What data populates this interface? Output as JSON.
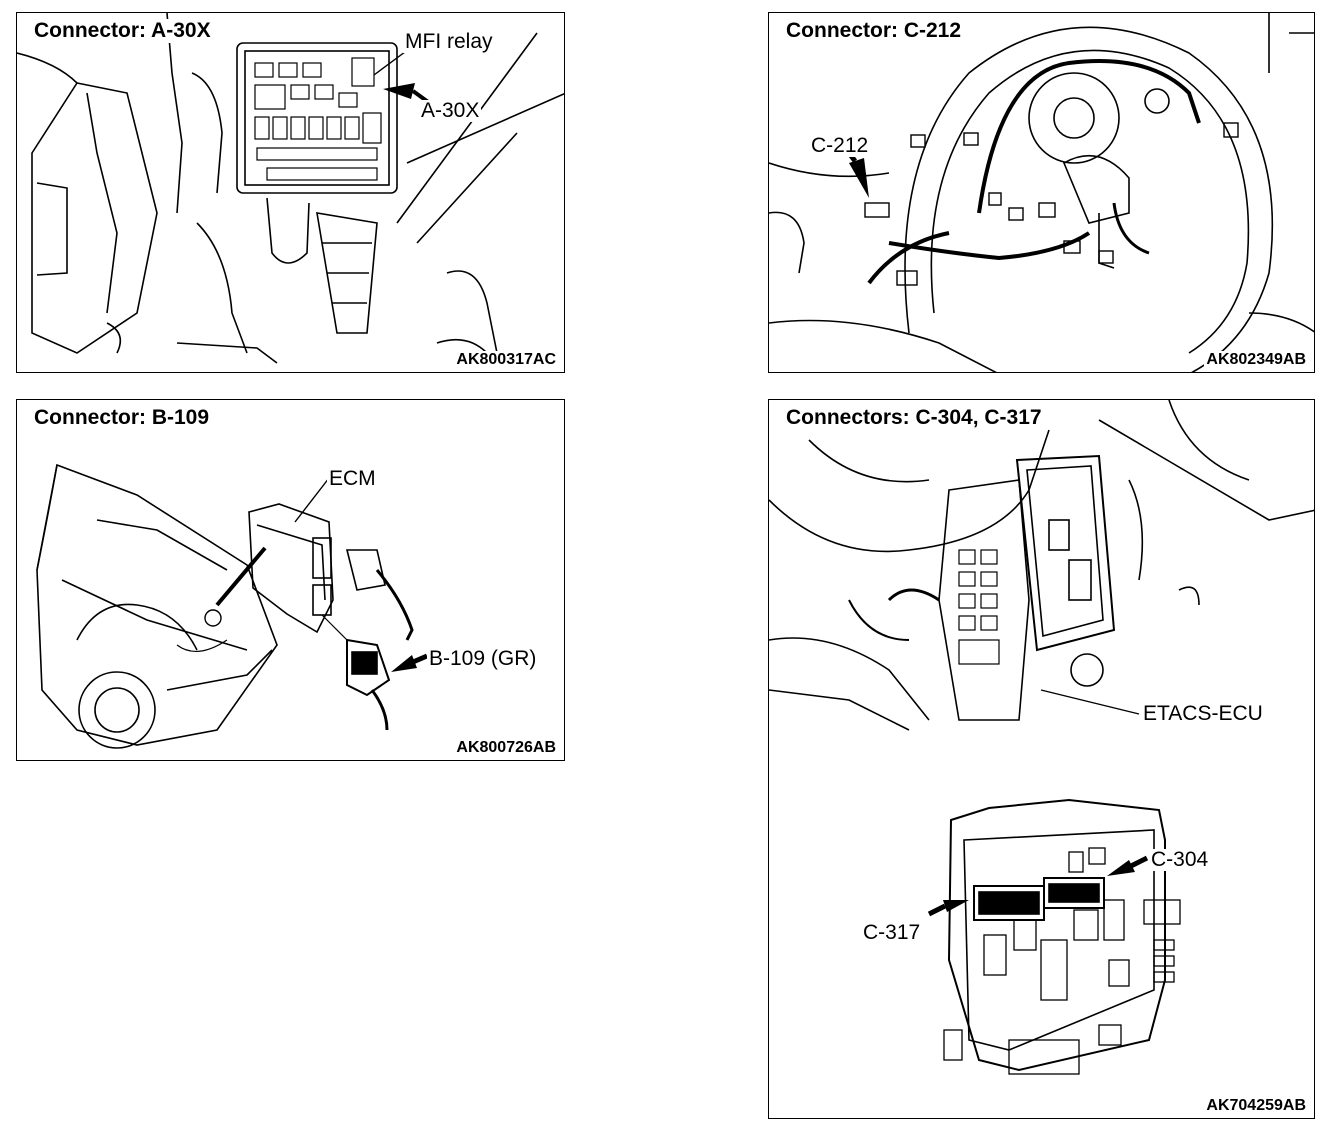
{
  "panels": [
    {
      "title": "Connector: A-30X",
      "code": "AK800317AC",
      "labels": {
        "mfi_relay": "MFI relay",
        "a30x": "A-30X"
      }
    },
    {
      "title": "Connector: C-212",
      "code": "AK802349AB",
      "labels": {
        "c212": "C-212"
      }
    },
    {
      "title": "Connector: B-109",
      "code": "AK800726AB",
      "labels": {
        "ecm": "ECM",
        "b109": "B-109 (GR)"
      }
    },
    {
      "title": "Connectors: C-304, C-317",
      "code": "AK704259AB",
      "labels": {
        "etacs": "ETACS-ECU",
        "c304": "C-304",
        "c317": "C-317"
      }
    }
  ]
}
